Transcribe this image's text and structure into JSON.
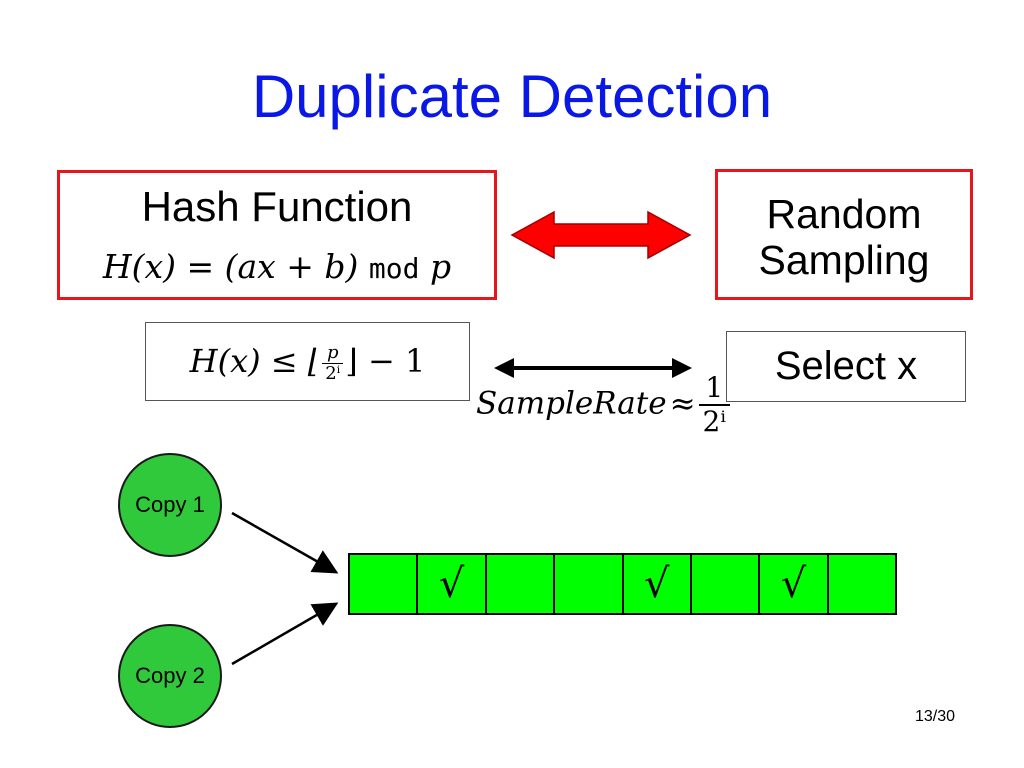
{
  "title": "Duplicate Detection",
  "hash_box": {
    "title": "Hash Function",
    "formula_prefix": "H(x) = (ax + b)",
    "formula_mod": "mod",
    "formula_p": "p"
  },
  "random_box": {
    "line1": "Random",
    "line2": "Sampling"
  },
  "condition_box": {
    "lhs": "H(x) ≤ ⌊",
    "frac_num": "p",
    "frac_den": "2ⁱ",
    "rhs": "⌋ − 1"
  },
  "select_box": {
    "label": "Select x"
  },
  "sample_rate": {
    "label": "SampleRate",
    "approx": "≈",
    "num": "1",
    "den": "2ⁱ"
  },
  "copies": [
    {
      "label": "Copy 1"
    },
    {
      "label": "Copy 2"
    }
  ],
  "cells": [
    "",
    "√",
    "",
    "",
    "√",
    "",
    "√",
    ""
  ],
  "page_number": "13/30",
  "colors": {
    "title": "#0a18e6",
    "red_border": "#e6171a",
    "circle_fill": "#2fc93b",
    "cell_fill": "#00ff00",
    "double_arrow": "#ff0000"
  }
}
